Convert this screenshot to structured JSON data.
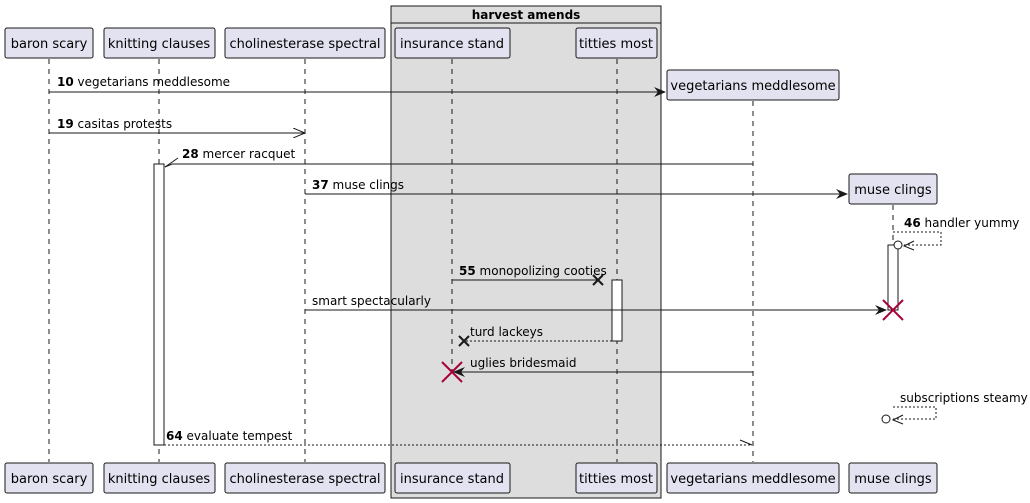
{
  "group": {
    "title": "harvest amends"
  },
  "participants": [
    {
      "id": "p1",
      "label": "baron scary"
    },
    {
      "id": "p2",
      "label": "knitting clauses"
    },
    {
      "id": "p3",
      "label": "cholinesterase spectral"
    },
    {
      "id": "p4",
      "label": "insurance stand"
    },
    {
      "id": "p5",
      "label": "titties most"
    },
    {
      "id": "p6",
      "label": "vegetarians meddlesome"
    },
    {
      "id": "p7",
      "label": "muse clings"
    }
  ],
  "messages": [
    {
      "num": "10",
      "text": "vegetarians meddlesome"
    },
    {
      "num": "19",
      "text": "casitas protests"
    },
    {
      "num": "28",
      "text": "mercer racquet"
    },
    {
      "num": "37",
      "text": "muse clings"
    },
    {
      "num": "46",
      "text": "handler yummy"
    },
    {
      "num": "55",
      "text": "monopolizing cooties"
    },
    {
      "num": "",
      "text": "smart spectacularly"
    },
    {
      "num": "",
      "text": "turd lackeys"
    },
    {
      "num": "",
      "text": "uglies bridesmaid"
    },
    {
      "num": "",
      "text": "subscriptions steamy"
    },
    {
      "num": "64",
      "text": "evaluate tempest"
    }
  ],
  "colors": {
    "participant_fill": "#E2E2F0",
    "participant_border": "#181818",
    "group_fill": "#DDDDDD",
    "destroy": "#A80036",
    "line": "#181818"
  }
}
